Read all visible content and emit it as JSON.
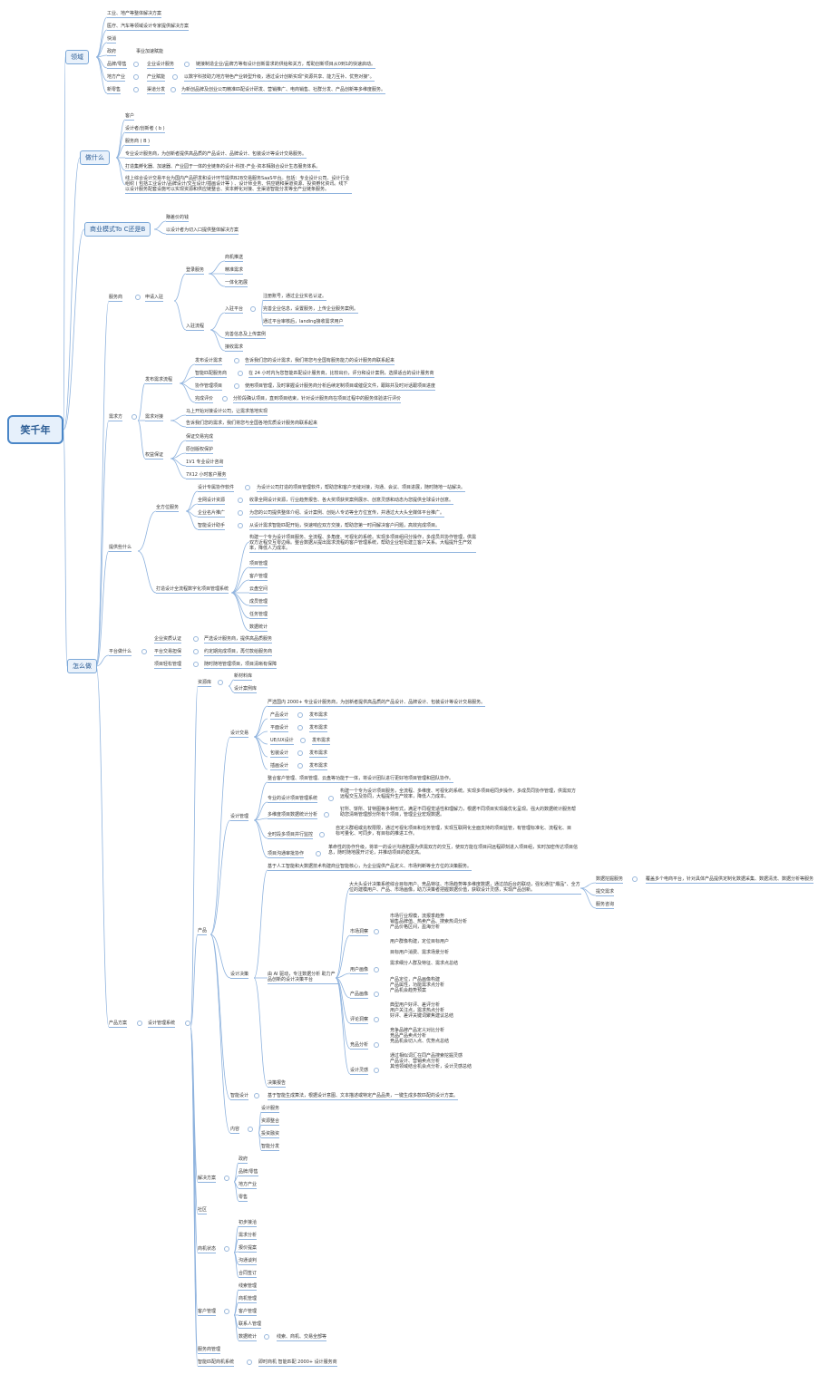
{
  "root": "笑千年",
  "b1": {
    "label": "领域",
    "items": [
      "工业、地产等整体解决方案",
      "医疗、汽车等领域设计专家提供解决方案",
      "快消",
      "政府",
      "品牌/零售",
      "地方产业",
      "新零售"
    ],
    "gov_note": "事业加速赋能",
    "brand_sub": "企业设计服务",
    "brand_desc": "链接制造企业/品牌方等有设计创新需求的供给和关方，帮助创新项目从0到1的快速启动。",
    "local_sub": "产业赋能",
    "local_desc": "以数字科技助力地方特色产业转型升级，通过设计创新实现\"资源共享、能力互补、优势对接\"。",
    "retail_sub": "渠道分发",
    "retail_desc": "为新创品牌及创业公司精准匹配设计研发、营销推广、电商销售、社群分发、产品创新等多维度服务。"
  },
  "b2": {
    "label": "做什么",
    "items": [
      "客户",
      "设计者/创新者 ( b )",
      "服务商 ( B )",
      "专业设计服务商，为创新者提供高品质的产品设计、品牌设计、包装设计等设计交易服务。",
      "打造集孵化器、加速器、产业园于一体的全链条的设计-科技-产业-资本相融合设计生态服务体系。"
    ],
    "long": "线上综合设计交易平台为国内产品研发和设计环节提供B2B交易服务SaaS平台。包括：专业设计公司、设计行业组织 ( 包括工业设计/品牌设计/交互设计/插画设计等 ) 、设计师业务、供应链和渠道资源、投资孵化资讯。线下以设计服务配套设施可以实现资源和供应链整合、资本孵化对接、全渠道智能分发等全产业链条服务。"
  },
  "b3": {
    "label": "商业模式To C还是B",
    "items": [
      "赚差价的钱",
      "以设计者为切入口提供整体解决方案"
    ]
  },
  "b4": {
    "label": "怎么做",
    "services": {
      "label": "服务商",
      "sub": "申请入驻",
      "login": "登录服务",
      "login_items": [
        "商机推送",
        "精准需求",
        "一体化拓展"
      ],
      "enter": "入驻流程",
      "platform": "入驻平台",
      "platform_items": [
        "注册账号，通过企业实名认证。",
        "完善企业信息，设置服务，上传企业服务案例。",
        "通过平台审核后，landing接收需求用户"
      ],
      "finish": "完善信息及上传案例",
      "receive": "接收需求"
    },
    "demand": {
      "label": "需求方",
      "publish": "发布需求流程",
      "steps": [
        "发布设计需求",
        "智能匹配服务商",
        "协作管理项目",
        "完成评价"
      ],
      "steps_desc": [
        "告诉我们您的设计需求，我们将您与全国有服务能力的设计服务商联系起来",
        "在 24 小时内为您智能匹配设计服务商，比较出价，评分和设计案例，选择适合的设计服务商",
        "使用项目管理，及时掌握设计服务商分析后续定制项目或催促文件，跟踪并及时对话跟项目进度",
        "分阶段确认项目，直到项目结束，针对设计服务商在项目过程中的服务体验进行评价"
      ],
      "docking": "需求对接",
      "docking_items": [
        "马上开始对接设计公司，让需求落地实现",
        "告诉我们您的需求，我们将您与全国各地优质设计服务商联系起来"
      ],
      "guarantee": "权益保证",
      "guarantee_items": [
        "保证交易完成",
        "原创版权保护",
        "1V1 专业设计咨询",
        "7X12 小时客户服务"
      ]
    },
    "offer": {
      "label": "提供些什么",
      "full": "全方位服务",
      "full_items": [
        "设计专属协作软件",
        "全网设计资源",
        "企业名片推广",
        "智能设计助手"
      ],
      "full_desc": [
        "为设计公司打造的项目管理软件，帮助您和客户无缝对接，沟通、会议、项目进展，随时随地一站解决。",
        "收录全网设计资源，行业趋势报告、各大奖项获奖案例展示、创意灵感和动态为您提供全球设计创意。",
        "为您的公司提供整体介绍、设计案例、创始人专访等全方位宣传，并通过大大头全媒体平台推广。",
        "从设计需求智能匹配开始，快速响应双方交接，帮助您第一时间解决客户问题，高效完成项目。"
      ],
      "pm": "打造设计全流程数字化项目管理系统",
      "pm_desc": "构建一个专为设计项目服务、全流程、多角度、可视化的系统。实现多项目组间分操作，多成员共协作管理，供需双方近程交互零边缘。整合数据从提出需求流程的客户管理系统，帮助企业轻松建立客户关系。大幅提升生产效率，降低人力成本。",
      "pm_items": [
        "项目管理",
        "客户管理",
        "云盘空间",
        "成员管理",
        "任务管理",
        "数据统计"
      ]
    },
    "platform": {
      "label": "平台做什么",
      "items": [
        "企业资质认证",
        "平台交易担保",
        "项目轻松管理"
      ],
      "desc": [
        "严选设计服务商，提供高品质服务",
        "约定期完成项目，再付款给服务商",
        "随时随地管理项目，项目清晰有保障"
      ]
    },
    "product": {
      "label": "产品方案",
      "system": "设计管理系统",
      "resource": "资源库",
      "resource_items": [
        "新材料库",
        "设计案例库"
      ],
      "trade": "设计交易",
      "trade_desc": "严选国内 2000+ 专业设计服务商，为创新者提供高品质的产品设计、品牌设计、包装设计等设计交易服务。",
      "trade_items": [
        "产品设计",
        "平面设计",
        "UE/UX设计",
        "包装设计",
        "插画设计"
      ],
      "trade_action": "发布需求",
      "manage": "设计管理",
      "manage_desc": "整合客户管理、项目管理、云盘等功能于一体，将设计团队进行更好地项目管理和团队协作。",
      "manage_items": [
        "专业的设计项目管理系统",
        "多维度项目数据统计分析",
        "全时段多项目并行监控",
        "项目沟通审批协作"
      ],
      "manage_desc_items": [
        "构建一个专为设计项目服务，全流程、多维度、可视化的系统。实现多项目组同步操作，多成员同协作管理，供需双方远程交互及协同，大幅提升生产效率，降低人力成本。",
        "钉所、饼所、甘特图等多种形式，满足不同视觉适性和理解力，根据不同项目实现最优化呈现。强大的数据统计服务帮助您清晰管理部分所有个项目，管理企业宏观数据。",
        "自定义群组或充权限限，通过可视化项目和任务管理，实现互联网化全面支持的项目监管，有管理标准化、流程化、目标可量化、可同步，有目标的推进工作。",
        "革命性的协作升级，将单一的设计沟通拓展为供需双方的交互，使双方能在项目间远程即刻进入项目组，实时加密传达项目信息，随时随地展开讨论，并推动项目的稳定高。"
      ],
      "decision": "设计决策",
      "decision_top": "基于人工智能和大数据技术构建商业智能核心，为企业提供产品定义、市场判断等全方位的决策服务。",
      "ai": "由 AI 驱动，专注数据分析\n助力产品创新的设计决策平台",
      "ai_desc": "大大头设计决策系统综合目标用户、竞品特征、市场趋势等多维度数据，通过前后台的联动，强化通往\"爆品\"、全方位的建模用户、产品、市场画像，助力决策者把握数据价值，获取设计灵感，实现产品创新。",
      "ai_right": [
        "数据挖掘服务",
        "提交需求",
        "服务咨询"
      ],
      "ai_right_desc": "覆盖多个电商平台，针对具体产品提供定制化数据采集、数据清洗、数据分析等服务",
      "analysis": [
        "市场洞察",
        "用户画像",
        "产品画像",
        "评论洞察",
        "竞品分析",
        "设计灵感"
      ],
      "analysis_desc": [
        "市场行业规模，流报季趋势\n销售品牌值、热卖产品、搜索热词分析\n产品价格区间，盈海分析",
        "用户群像构建，定位目标用户\n\n目标用户消费、需求场景分析\n\n需求细分人群及特征、需求点总结",
        "产品定位，产品画像构建\n产品属性，功能需求点分析\n产品机会趋势预案",
        "典型用户好评、差评分析\n用户关注点，需求热点分析\n好评、差评关键词聚焦建议总结",
        "竞争品牌产品定义对比分析\n竞品产品卖点分析\n竞品机会切入点、优势点总结",
        "通过相似词汇在同产品搜索挖掘灵感\n产品设计、营销卖点分析\n其他领域结合机会点分析，设计灵感总结"
      ],
      "report": "决策报告",
      "smart": "智能设计",
      "smart_desc": "基于智能生成算法，根据设计意图、文本描述或特定产品品类，一键生成多款匹配的设计方案。",
      "content": "内容",
      "content_items": [
        "设计服务",
        "资源整合",
        "投资融资",
        "智能分发"
      ],
      "solution": "解决方案",
      "solution_items": [
        "政府",
        "品牌/零售",
        "地方产业",
        "零售"
      ],
      "community": "社区",
      "opps": "商机状态",
      "opps_items": [
        "初步接洽",
        "需求分析",
        "报价提案",
        "沟通谈判",
        "合同签订"
      ],
      "customer": "客户管理",
      "customer_items": [
        "线索管理",
        "商机管理",
        "客户管理",
        "联系人管理",
        "数据统计"
      ],
      "customer_stat": "线索、商机、交易全部等",
      "services_mgmt": "服务商管理",
      "match": "智能匹配商机系统",
      "match_desc": "即时商机 智能匹配 2000+ 设计服务商"
    }
  }
}
